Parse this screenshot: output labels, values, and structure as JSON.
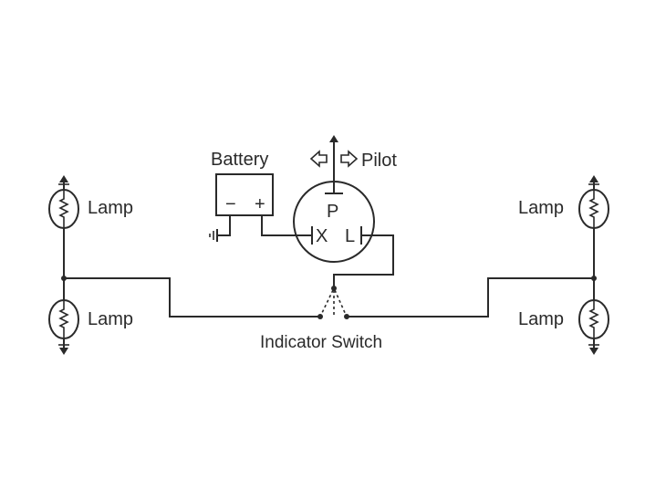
{
  "labels": {
    "battery": "Battery",
    "battery_minus": "−",
    "battery_plus": "+",
    "pilot": "Pilot",
    "flasher_p": "P",
    "flasher_x": "X",
    "flasher_l": "L",
    "indicator_switch": "Indicator Switch",
    "lamp_left_top": "Lamp",
    "lamp_left_bottom": "Lamp",
    "lamp_right_top": "Lamp",
    "lamp_right_bottom": "Lamp"
  },
  "icons": {
    "lamp": "lamp-filament-icon",
    "ground": "ground-icon",
    "pilot_arrows": "double-arrow-icon"
  },
  "colors": {
    "line": "#2a2a2a",
    "background": "#ffffff"
  }
}
